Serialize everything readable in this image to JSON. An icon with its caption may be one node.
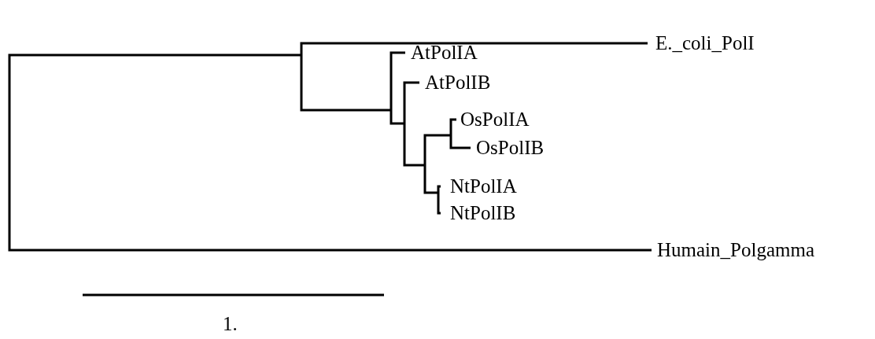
{
  "diagram": {
    "labels": [
      "E._coli_PolI",
      "AtPolIA",
      "AtPolIB",
      "OsPolIA",
      "OsPolIB",
      "NtPolIA",
      "NtPolIB",
      "Humain_Polgamma",
      "1."
    ]
  }
}
